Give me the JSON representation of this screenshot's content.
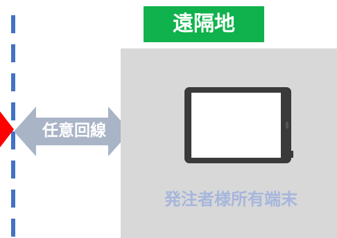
{
  "remote_site": {
    "title": "遠隔地",
    "device_label": "発注者様所有端末"
  },
  "connection": {
    "label": "任意回線"
  },
  "icons": [
    "boundary-dashed-line",
    "red-arrow-icon",
    "double-arrow-icon",
    "tablet-icon"
  ],
  "colors": {
    "title_bg": "#0fb24c",
    "panel_bg": "#d8d8d8",
    "link_arrow": "#a9b4c7",
    "boundary_line": "#4472c4",
    "red_marker": "#ff0000",
    "device_label": "#a6b6dc"
  }
}
